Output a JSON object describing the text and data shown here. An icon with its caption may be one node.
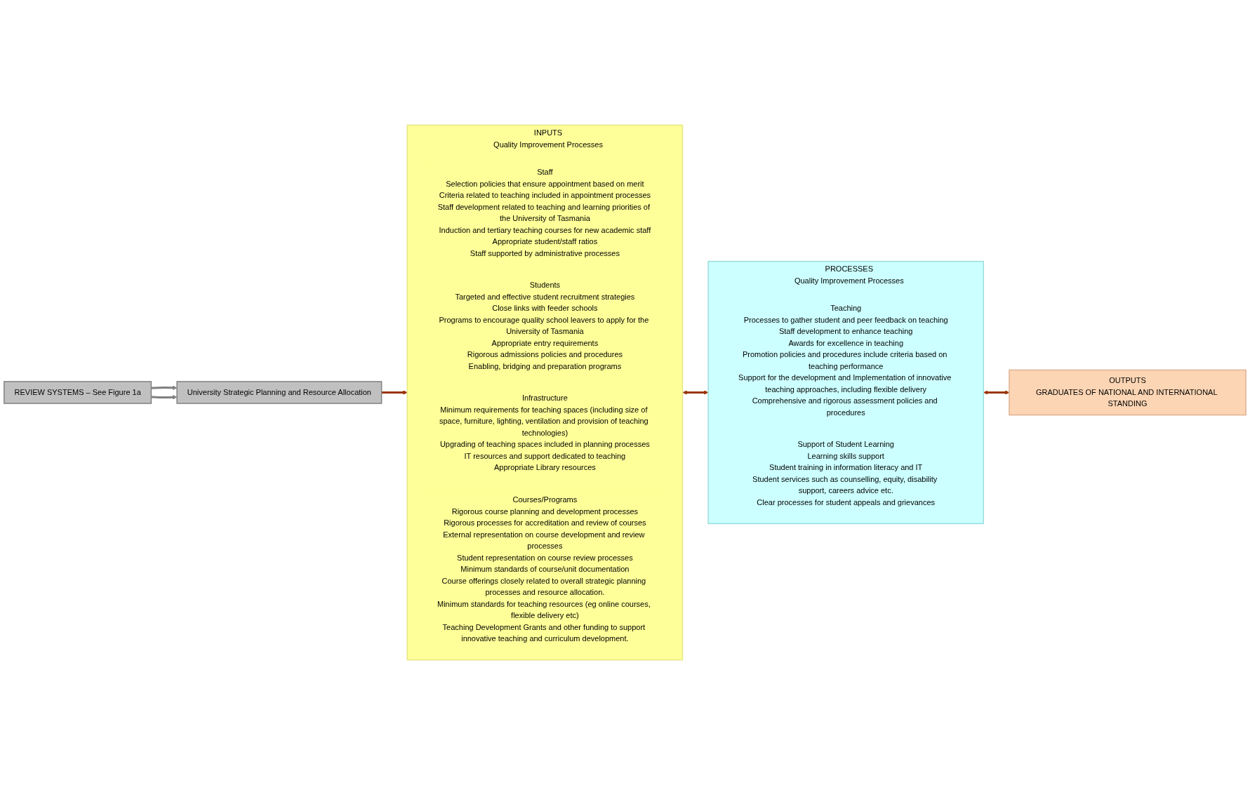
{
  "diagram": {
    "nodes": [
      {
        "text": [
          "University Strategic Planning and Resource Allocation"
        ]
      },
      {
        "text": [
          "INPUTS",
          "Quality Improvement Processes"
        ]
      },
      {
        "text": [
          "Staff",
          "Selection policies that ensure appointment based on merit",
          "Criteria related to teaching included in appointment processes",
          "Staff development related to teaching and learning priorities of the University of Tasmania",
          "Induction and tertiary teaching courses for new academic staff",
          "Appropriate student/staff ratios",
          "Staff supported by administrative processes"
        ],
        "in": 1
      },
      {
        "text": [
          "Students",
          "Targeted and effective student recruitment strategies",
          "Close links with feeder schools",
          "Programs to encourage quality school leavers to apply for the University of Tasmania",
          "Appropriate entry requirements",
          "Rigorous admissions policies and procedures",
          "Enabling, bridging and preparation programs"
        ],
        "in": 1
      },
      {
        "text": [
          "Infrastructure",
          "Minimum requirements for teaching spaces (including size of space, furniture, lighting, ventilation and provision of teaching technologies)",
          "Upgrading of teaching spaces included in planning processes",
          "IT resources and support dedicated to teaching",
          "Appropriate Library resources"
        ],
        "in": 1
      },
      {
        "text": [
          "Courses/Programs",
          "Rigorous course planning and development processes",
          "Rigorous processes for accreditation and review of courses",
          "External representation on course development and review processes",
          "Student representation on course review processes",
          "Minimum standards of course/unit documentation",
          "Course offerings closely related to overall strategic planning processes and resource allocation.",
          "Minimum standards for teaching resources (eg online courses, flexible delivery etc)",
          "Teaching Development Grants and other funding to support innovative teaching and curriculum development."
        ],
        "in": 1
      },
      {
        "text": [
          "PROCESSES",
          "Quality Improvement Processes"
        ]
      },
      {
        "text": [
          "Teaching",
          "Processes to gather student and peer feedback on teaching",
          "Staff development to enhance teaching",
          "Awards for excellence in teaching",
          "Promotion policies and procedures include criteria based on teaching performance",
          "Support for the development and Implementation of innovative teaching approaches, including flexible delivery",
          "Comprehensive and rigorous assessment policies and procedures"
        ],
        "in": 6
      },
      {
        "text": [
          "Support of Student Learning",
          "Learning skills support",
          "Student training in information literacy and IT",
          "Student services such as counselling, equity, disability support, careers advice etc.",
          "Clear processes for student appeals and grievances"
        ],
        "in": 6
      },
      {
        "text": [
          "OUTPUTS",
          "GRADUATES OF NATIONAL AND INTERNATIONAL STANDING"
        ]
      },
      {
        "text": [
          "REVIEW SYSTEMS – See Figure 1a"
        ]
      }
    ],
    "edges": [
      {
        "from": 0,
        "to": 1,
        "arrow": "to",
        "color": "#993300"
      },
      {
        "from": 1,
        "to": 6,
        "arrow": "both",
        "color": "#993300"
      },
      {
        "from": 6,
        "to": 9,
        "arrow": "both",
        "color": "#993300"
      },
      {
        "from": 10,
        "to": 0,
        "arrow": "to",
        "color": "#808080"
      },
      {
        "from": 10,
        "to": 0,
        "arrow": "to",
        "color": "#808080"
      }
    ]
  }
}
